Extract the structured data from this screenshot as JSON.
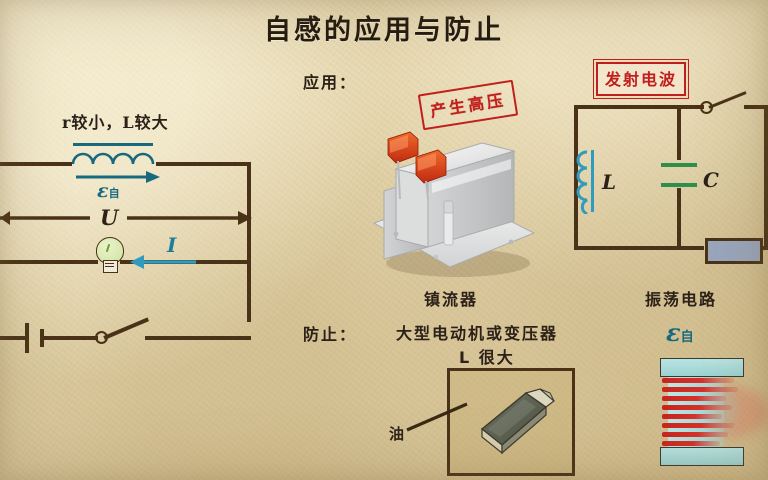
{
  "slide": {
    "title": "自感的应用与防止",
    "background_color": "#e3d3a8",
    "ink_color": "#4a3218",
    "accent_teal": "#17697f",
    "accent_red": "#c0201d"
  },
  "left_circuit": {
    "condition_label": "r较小，L较大",
    "emf_symbol": "ε",
    "emf_subscript": "自",
    "voltage_label": "U",
    "current_label": "I",
    "components": {
      "inductor": "inductor-coil",
      "bulb": "light-bulb",
      "battery": "battery-cell",
      "switch": "open-switch"
    }
  },
  "application": {
    "heading": "应用：",
    "stamp": "产生高压",
    "photo_caption": "镇流器",
    "photo_name": "ballast-photo"
  },
  "oscillator": {
    "stamp": "发射电波",
    "inductor_label": "L",
    "capacitor_label": "C",
    "caption": "振荡电路",
    "components": {
      "inductor": "inductor-coil",
      "capacitor": "capacitor-plates",
      "switch": "open-switch",
      "resistor": "resistor-block"
    }
  },
  "prevention": {
    "heading": "防止：",
    "line1": "大型电动机或变压器",
    "line2": "L 很大",
    "oil_label": "油",
    "box_name": "oil-tank-box",
    "device_name": "immersed-device"
  },
  "self_induction_coil": {
    "emf_symbol": "ε",
    "emf_subscript": "自",
    "coil_name": "red-wound-coil"
  }
}
